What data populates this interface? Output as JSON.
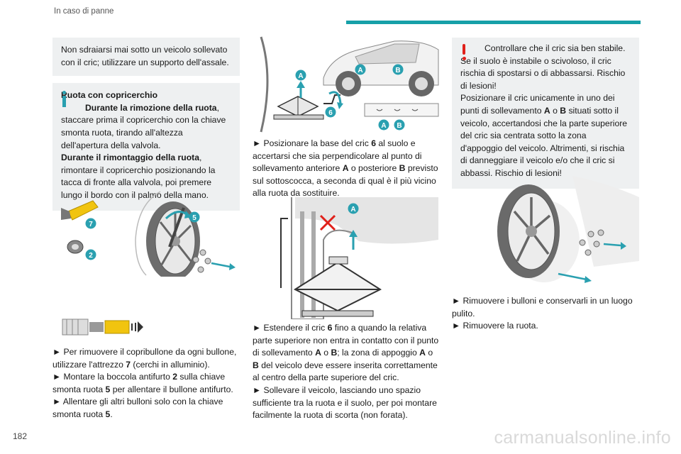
{
  "header": {
    "title": "In caso di panne"
  },
  "page_number": "182",
  "watermark": "carmanualsonline.info",
  "left": {
    "note": "Non sdraiarsi mai sotto un veicolo sollevato con il cric; utilizzare un supporto dell'assale.",
    "info": {
      "title": "Ruota con copricerchio",
      "subtitle1": "Durante la rimozione della ruota",
      "text1": ", staccare prima il copricerchio con la chiave smonta ruota, tirando all'altezza dell'apertura della valvola.",
      "subtitle2": "Durante il rimontaggio della ruota",
      "text2": ", rimontare il copricerchio posizionando la tacca di fronte alla valvola, poi premere lungo il bordo con il palmo della mano."
    },
    "fig_labels": [
      "7",
      "5",
      "2"
    ],
    "bullets": [
      {
        "mark": "►",
        "pre": " Per rimuovere il copribullone da ogni bullone, utilizzare l'attrezzo ",
        "b": "7",
        "post": " (cerchi in alluminio)."
      },
      {
        "mark": "►",
        "pre": " Montare la boccola antifurto ",
        "b": "2",
        "post": " sulla chiave smonta ruota ",
        "b2": "5",
        "post2": " per allentare il bullone antifurto."
      },
      {
        "mark": "►",
        "pre": " Allentare gli altri bulloni solo con la chiave smonta ruota ",
        "b": "5",
        "post": "."
      }
    ]
  },
  "middle": {
    "fig_labels": [
      "A",
      "A",
      "B",
      "6",
      "A",
      "B"
    ],
    "fig2_label": "A",
    "p1": {
      "mark": "►",
      "pre": " Posizionare la base del cric ",
      "b1": "6",
      "mid1": " al suolo e accertarsi che sia perpendicolare al punto di sollevamento anteriore ",
      "b2": "A",
      "mid2": " o posteriore ",
      "b3": "B",
      "post": " previsto sul sottoscocca, a seconda di qual è il più vicino alla ruota da sostituire."
    },
    "p2": {
      "mark": "►",
      "pre": " Estendere il cric ",
      "b1": "6",
      "mid1": " fino a quando la relativa parte superiore non entra in contatto con il punto di sollevamento ",
      "b2": "A",
      "mid2": " o ",
      "b3": "B",
      "mid3": "; la zona di appoggio ",
      "b4": "A",
      "mid4": " o ",
      "b5": "B",
      "post": " del veicolo deve essere inserita correttamente al centro della parte superiore del cric."
    },
    "p3": {
      "mark": "►",
      "text": " Sollevare il veicolo, lasciando uno spazio sufficiente tra la ruota e il suolo, per poi montare facilmente la ruota di scorta (non forata)."
    }
  },
  "right": {
    "warn": {
      "l1": "Controllare che il cric sia ben stabile. Se il suolo è instabile o scivoloso, il cric rischia di spostarsi o di abbassarsi. Rischio di lesioni!",
      "l2_pre": "Posizionare il cric unicamente in uno dei punti di sollevamento ",
      "l2_b1": "A",
      "l2_mid": " o ",
      "l2_b2": "B",
      "l2_post": " situati sotto il veicolo, accertandosi che la parte superiore del cric sia centrata sotto la zona d'appoggio del veicolo. Altrimenti, si rischia di danneggiare il veicolo e/o che il cric si abbassi. Rischio di lesioni!"
    },
    "bullets": [
      {
        "mark": "►",
        "text": " Rimuovere i bulloni e conservarli in un luogo pulito."
      },
      {
        "mark": "►",
        "text": " Rimuovere la ruota."
      }
    ]
  }
}
